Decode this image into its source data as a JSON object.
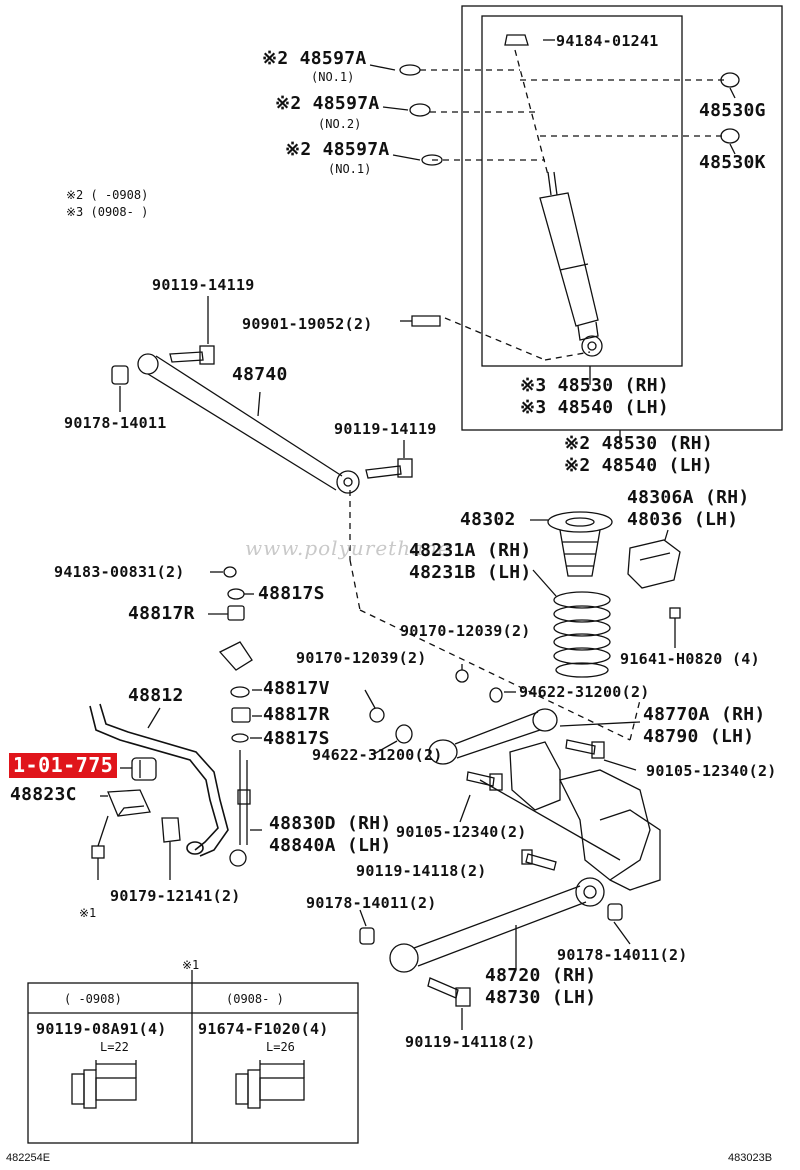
{
  "labels": {
    "p94184": "94184-01241",
    "p48597a_1": "※2 48597A",
    "p48597a_1n": "(NO.1)",
    "p48597a_2": "※2 48597A",
    "p48597a_2n": "(NO.2)",
    "p48597a_3": "※2 48597A",
    "p48597a_3n": "(NO.1)",
    "p48530g": "48530G",
    "p48530k": "48530K",
    "note2": "※2 (     -0908)",
    "note3": "※3 (0908-     )",
    "p90119_top": "90119-14119",
    "p90901": "90901-19052(2)",
    "p48740": "48740",
    "p90178_left": "90178-14011",
    "p90119_mid": "90119-14119",
    "p48530rh3": "※3 48530 (RH)",
    "p48540lh3": "※3 48540 (LH)",
    "p48530rh2": "※2 48530 (RH)",
    "p48540lh2": "※2 48540 (LH)",
    "p48302": "48302",
    "p48306a": "48306A (RH)",
    "p48036": "48036 (LH)",
    "p48231a": "48231A (RH)",
    "p48231b": "48231B (LH)",
    "p94183": "94183-00831(2)",
    "p48817s_1": "48817S",
    "p48817r_1": "48817R",
    "p90170_a": "90170-12039(2)",
    "p90170_b": "90170-12039(2)",
    "p91641": "91641-H0820 (4)",
    "p94622_a": "94622-31200(2)",
    "p48812": "48812",
    "p48817v": "48817V",
    "p48817r_2": "48817R",
    "p48817s_2": "48817S",
    "p48770a": "48770A (RH)",
    "p48790": "48790 (LH)",
    "highlight": "1-01-775",
    "p48823c": "48823C",
    "p94622_b": "94622-31200(2)",
    "p90105_a": "90105-12340(2)",
    "p90105_b": "90105-12340(2)",
    "p48830d": "48830D (RH)",
    "p48840a": "48840A (LH)",
    "p90119_14118a": "90119-14118(2)",
    "p90179": "90179-12141(2)",
    "p90178_b": "90178-14011(2)",
    "p90178_c": "90178-14011(2)",
    "note1": "※1",
    "p48720": "48720 (RH)",
    "p48730": "48730 (LH)",
    "p90119_14118b": "90119-14118(2)",
    "note1_box": "※1"
  },
  "bolt_table": {
    "col1_header": "(     -0908)",
    "col2_header": "(0908-     )",
    "col1_part": "90119-08A91(4)",
    "col2_part": "91674-F1020(4)",
    "col1_len": "L=22",
    "col2_len": "L=26"
  },
  "watermark": "www.polyurethane",
  "footer": {
    "left_code": "482254E",
    "right_code": "483023B"
  },
  "colors": {
    "highlight_bg": "#e0151b",
    "line": "#111111",
    "watermark": "#c9c9c9"
  }
}
